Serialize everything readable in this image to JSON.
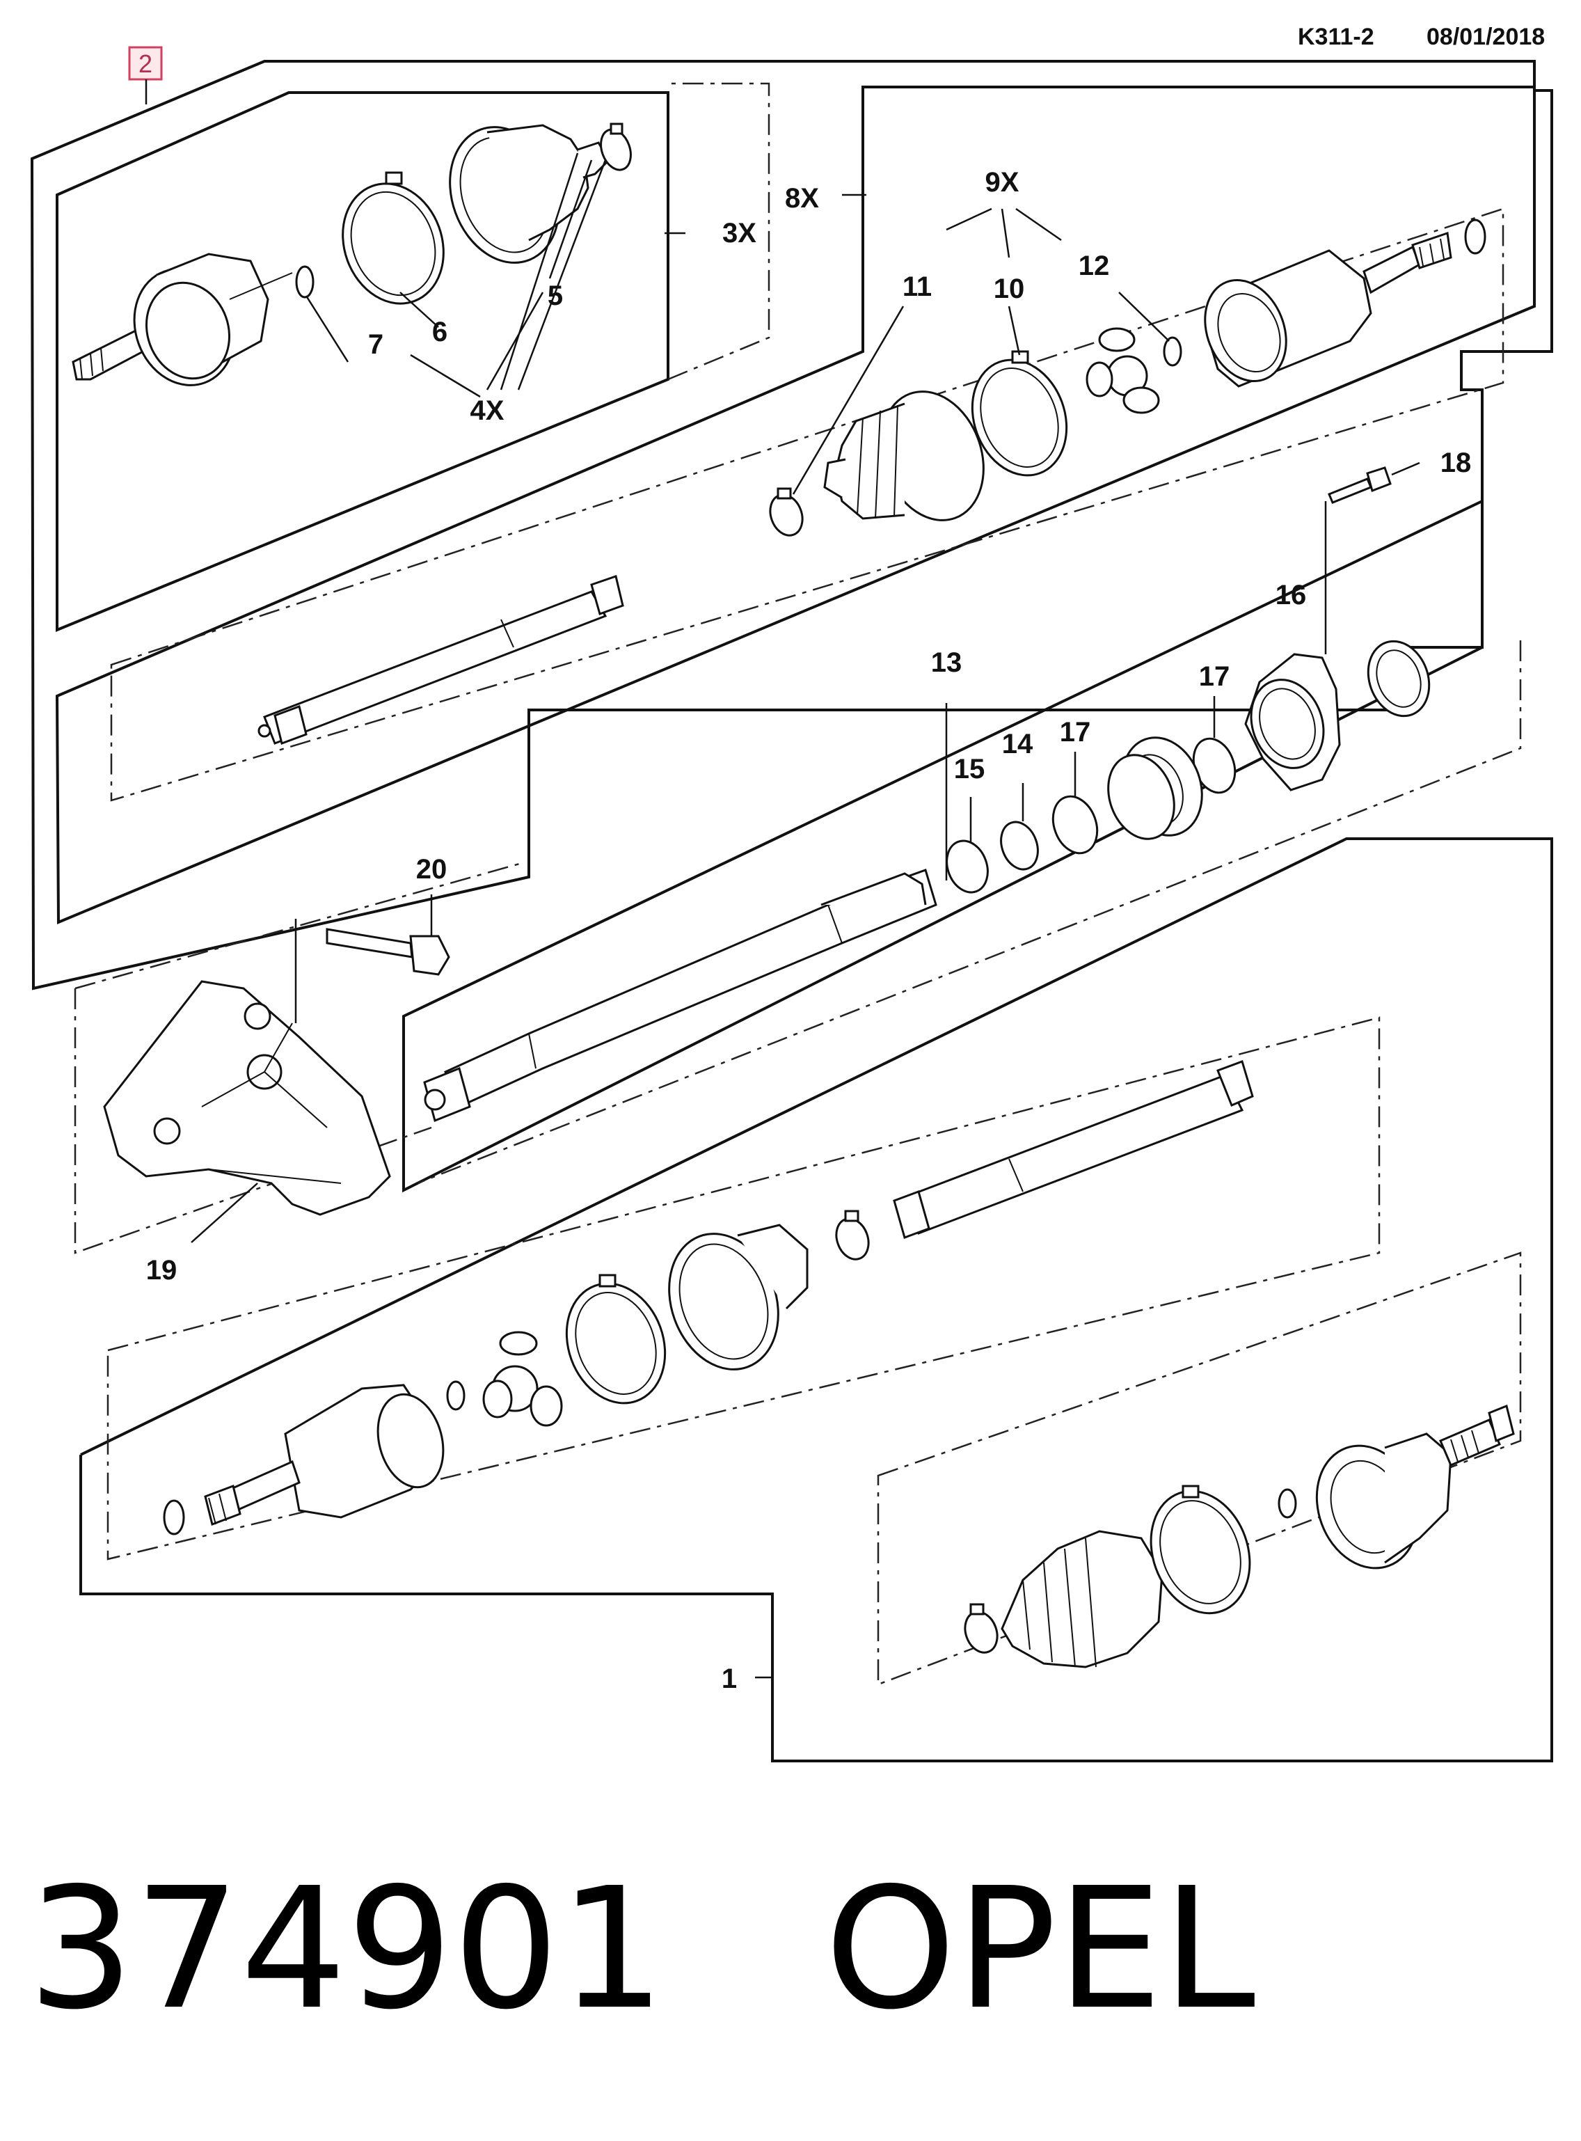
{
  "header": {
    "badge": "2",
    "code": "K311-2",
    "date": "08/01/2018"
  },
  "callouts": {
    "c1": "1",
    "c3x": "3X",
    "c4x": "4X",
    "c5": "5",
    "c6": "6",
    "c7": "7",
    "c8x": "8X",
    "c9x": "9X",
    "c10": "10",
    "c11": "11",
    "c12": "12",
    "c13": "13",
    "c14": "14",
    "c15": "15",
    "c16": "16",
    "c17a": "17",
    "c17b": "17",
    "c18": "18",
    "c19": "19",
    "c20": "20"
  },
  "caption": "374901   OPEL"
}
